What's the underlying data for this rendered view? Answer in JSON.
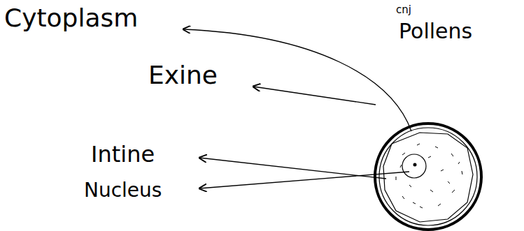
{
  "diagram": {
    "labels": [
      "Cytoplasm",
      "cnj",
      "Pollens",
      "Exine",
      "Intine",
      "Nucleus"
    ]
  }
}
